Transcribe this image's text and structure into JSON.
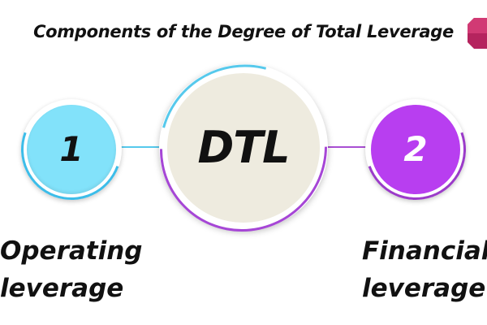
{
  "title": "Components of the Degree of Total Leverage",
  "center": {
    "label": "DTL"
  },
  "components": [
    {
      "number": "1",
      "label_line1": "Operating",
      "label_line2": "leverage"
    },
    {
      "number": "2",
      "label_line1": "Financial",
      "label_line2": "leverage"
    }
  ],
  "colors": {
    "component_1": "#82e2fa",
    "component_2": "#b83ef0",
    "center_fill": "#eeebdf",
    "accent_purple": "#a646d6",
    "accent_cyan": "#56c9ec",
    "brand_mark": "#b5245e"
  },
  "icons": {
    "corner": "brand-hexagon-icon"
  }
}
